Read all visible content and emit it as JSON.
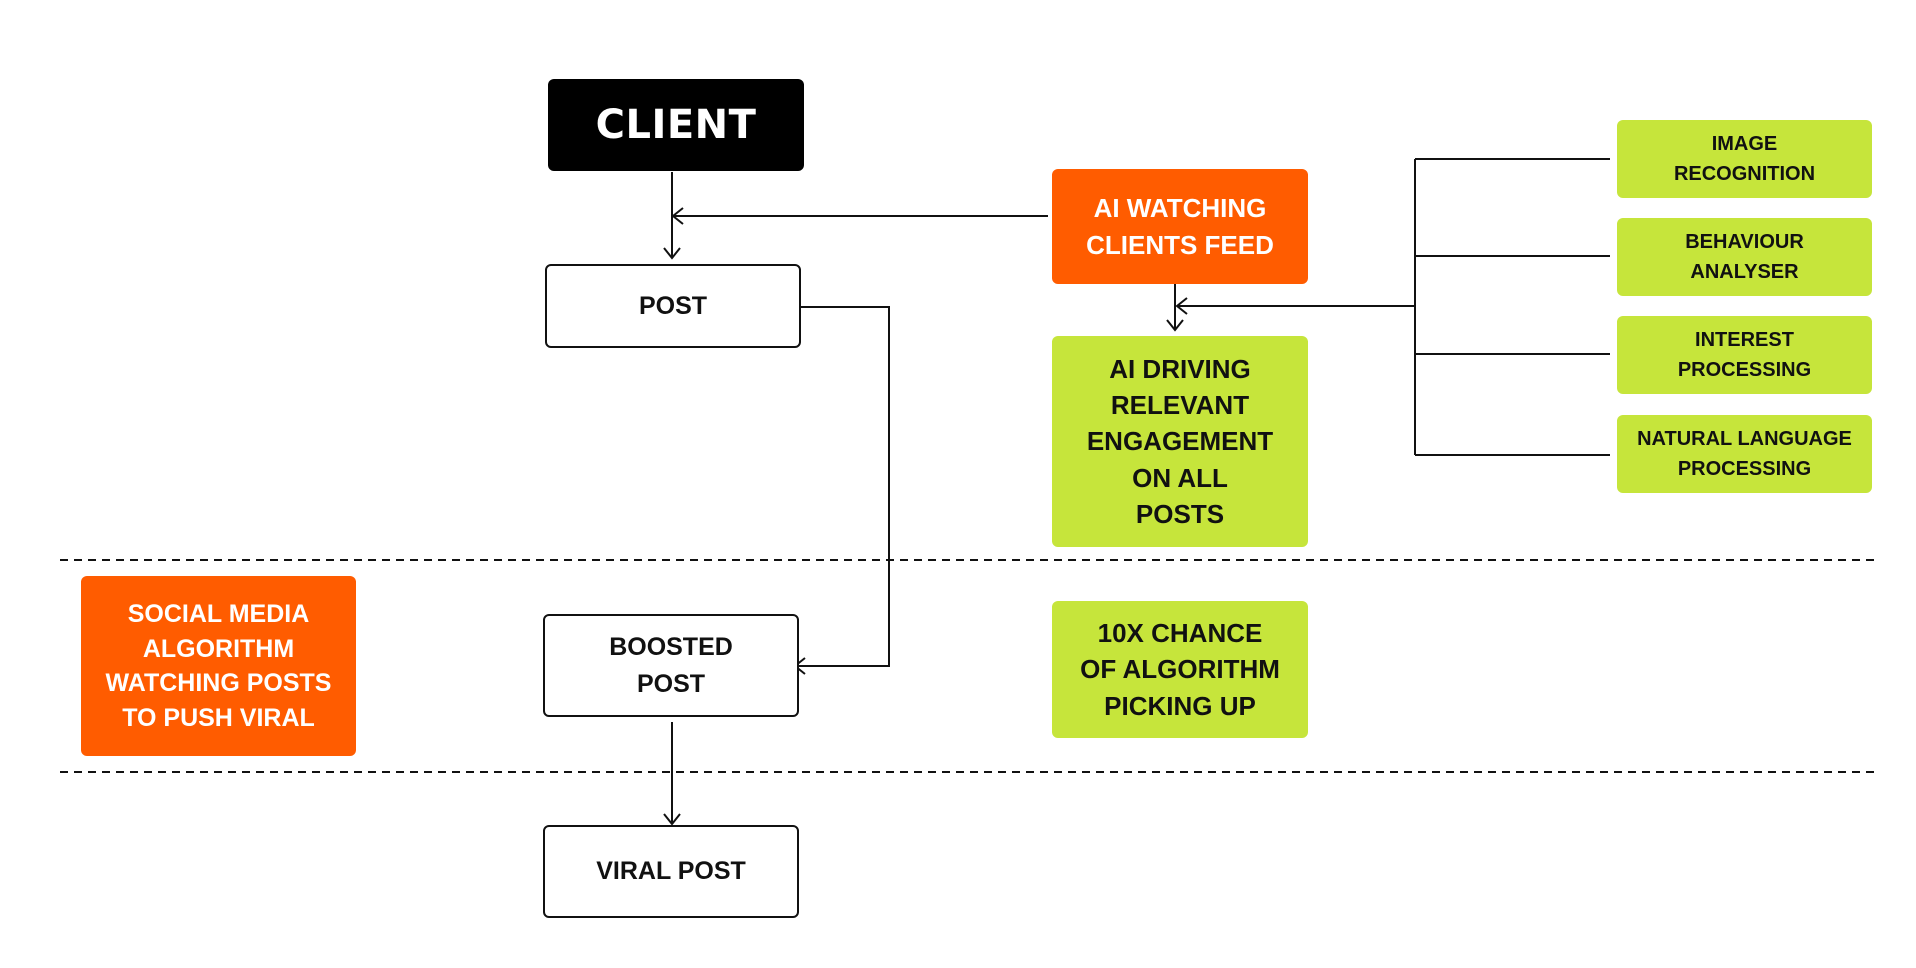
{
  "colors": {
    "orange": "#ff5c00",
    "green": "#c6e53b",
    "black": "#000000",
    "line": "#111111",
    "background": "#ffffff"
  },
  "nodes": {
    "client": "CLIENT",
    "post": "POST",
    "boosted_post": "BOOSTED\nPOST",
    "viral_post": "VIRAL POST",
    "ai_watching": "AI WATCHING\nCLIENTS FEED",
    "ai_driving": "AI DRIVING\nRELEVANT\nENGAGEMENT\nON ALL\nPOSTS",
    "social_media_algorithm": "SOCIAL MEDIA\nALGORITHM\nWATCHING POSTS\nTO PUSH VIRAL",
    "chance": "10X  CHANCE\nOF ALGORITHM\nPICKING UP"
  },
  "features": [
    "IMAGE\nRECOGNITION",
    "BEHAVIOUR\nANALYSER",
    "INTEREST\nPROCESSING",
    "NATURAL LANGUAGE\nPROCESSING"
  ]
}
